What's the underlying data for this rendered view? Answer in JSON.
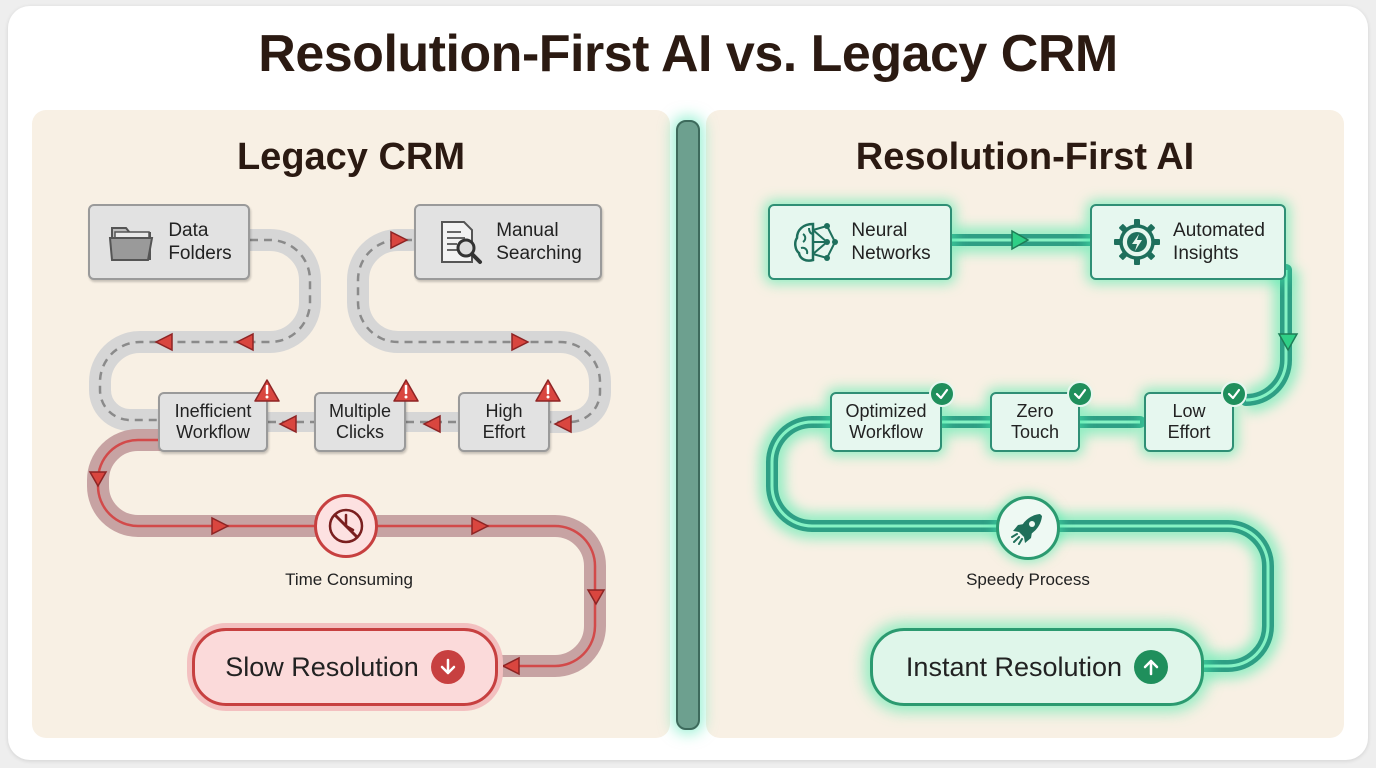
{
  "title": "Resolution-First AI vs. Legacy CRM",
  "legacy": {
    "heading": "Legacy CRM",
    "data_folders": "Data\nFolders",
    "manual_searching": "Manual\nSearching",
    "inefficient_workflow": "Inefficient\nWorkflow",
    "multiple_clicks": "Multiple\nClicks",
    "high_effort": "High\nEffort",
    "time_consuming": "Time Consuming",
    "outcome": "Slow Resolution"
  },
  "ai": {
    "heading": "Resolution-First AI",
    "neural_networks": "Neural\nNetworks",
    "automated_insights": "Automated\nInsights",
    "optimized_workflow": "Optimized\nWorkflow",
    "zero_touch": "Zero\nTouch",
    "low_effort": "Low\nEffort",
    "speedy_process": "Speedy Process",
    "outcome": "Instant Resolution"
  },
  "colors": {
    "legacy_accent": "#c74040",
    "ai_accent": "#1f8f5c",
    "glow": "#46ebaa",
    "panel_bg": "#f8f0e4"
  },
  "icons": {
    "data_folders": "folder-icon",
    "manual_searching": "document-search-icon",
    "warning": "warning-icon",
    "time_consuming": "no-clock-icon",
    "slow": "arrow-down-icon",
    "neural_networks": "brain-network-icon",
    "automated_insights": "gear-bolt-icon",
    "check": "check-icon",
    "speedy_process": "rocket-icon",
    "fast": "arrow-up-icon"
  }
}
